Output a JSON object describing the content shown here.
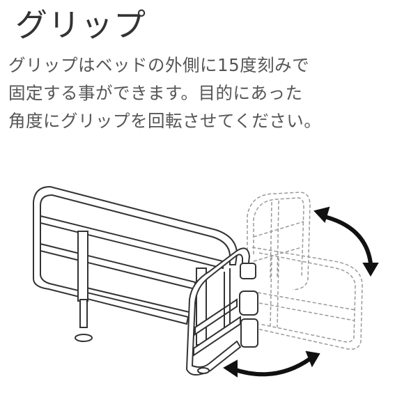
{
  "title": "グリップ",
  "description": [
    "グリップはベッドの外側に15度刻みで",
    "固定する事ができます。目的にあった",
    "角度にグリップを回転させてください。"
  ],
  "illustration": {
    "subject": "bed-rail-with-rotating-grip",
    "line_color": "#333333",
    "ghost_color": "#999999"
  }
}
